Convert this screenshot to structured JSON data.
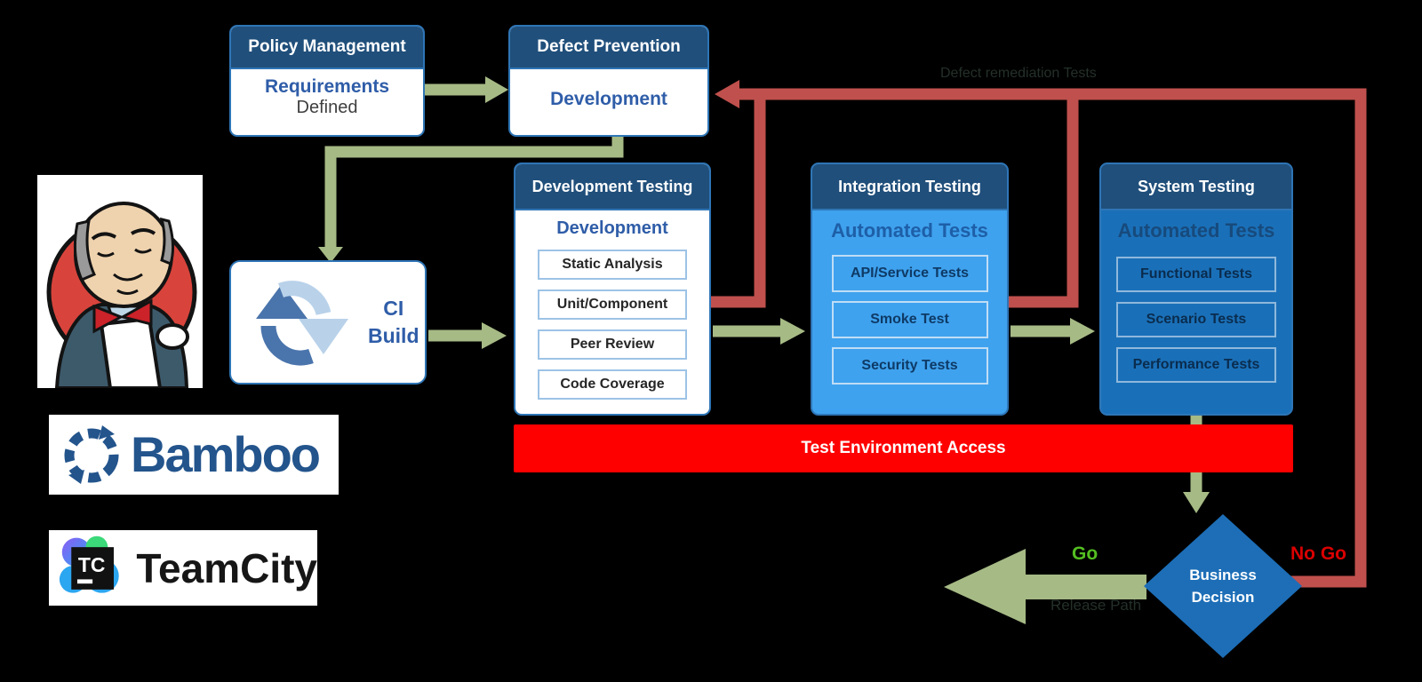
{
  "diagram": {
    "boxes": {
      "policy_management": {
        "title": "Policy Management",
        "body_line1": "Requirements",
        "body_line2": "Defined"
      },
      "defect_prevention": {
        "title": "Defect Prevention",
        "body": "Development"
      },
      "ci_build": {
        "line1": "CI",
        "line2": "Build"
      },
      "development_testing": {
        "title": "Development Testing",
        "subtitle": "Development",
        "items": [
          "Static Analysis",
          "Unit/Component",
          "Peer Review",
          "Code Coverage"
        ]
      },
      "integration_testing": {
        "title": "Integration Testing",
        "subtitle": "Automated Tests",
        "items": [
          "API/Service Tests",
          "Smoke Test",
          "Security Tests"
        ]
      },
      "system_testing": {
        "title": "System Testing",
        "subtitle": "Automated Tests",
        "items": [
          "Functional Tests",
          "Scenario Tests",
          "Performance Tests"
        ]
      },
      "test_environment": {
        "label": "Test Environment Access"
      },
      "business_decision": {
        "line1": "Business",
        "line2": "Decision"
      }
    },
    "labels": {
      "feedback": "Defect remediation Tests",
      "go": "Go",
      "no_go": "No Go",
      "release_path": "Release Path"
    },
    "logos": {
      "bamboo": "Bamboo",
      "teamcity": "TeamCity",
      "teamcity_badge": "TC"
    },
    "colors": {
      "header_navy": "#204F7B",
      "box_border_blue": "#2E75B6",
      "integration_body_blue": "#3FA2EE",
      "system_body_blue": "#1A70B8",
      "green_arrow": "#A6BA85",
      "red_feedback_line": "#C0504D",
      "bar_red": "#FF0000",
      "go_green": "#54BE21",
      "no_go_red": "#DB0000",
      "diamond_blue": "#1D6EB7",
      "bamboo_navy": "#23548C"
    }
  }
}
